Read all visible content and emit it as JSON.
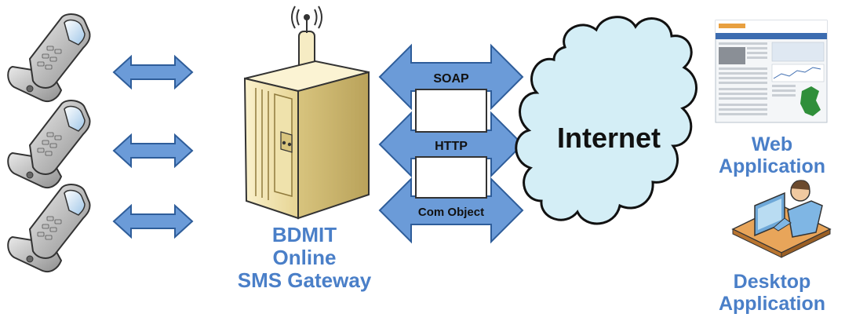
{
  "protocols": {
    "soap": "SOAP",
    "http": "HTTP",
    "com": "Com Object"
  },
  "internet_label": "Internet",
  "gateway_label": {
    "line1": "BDMIT",
    "line2": "Online",
    "line3": "SMS Gateway"
  },
  "web_label": {
    "line1": "Web",
    "line2": "Application"
  },
  "desktop_label": {
    "line1": "Desktop",
    "line2": "Application"
  },
  "colors": {
    "arrow_fill": "#6b9bd8",
    "arrow_stroke": "#2e5d9a",
    "label_blue": "#4a7fc8",
    "cloud_fill": "#d4eef6",
    "server_fill": "#f3e6b4"
  },
  "icons": [
    "mobile-phone-icon",
    "server-tower-icon",
    "antenna-icon",
    "cloud-icon",
    "web-page-icon",
    "desktop-user-icon"
  ]
}
